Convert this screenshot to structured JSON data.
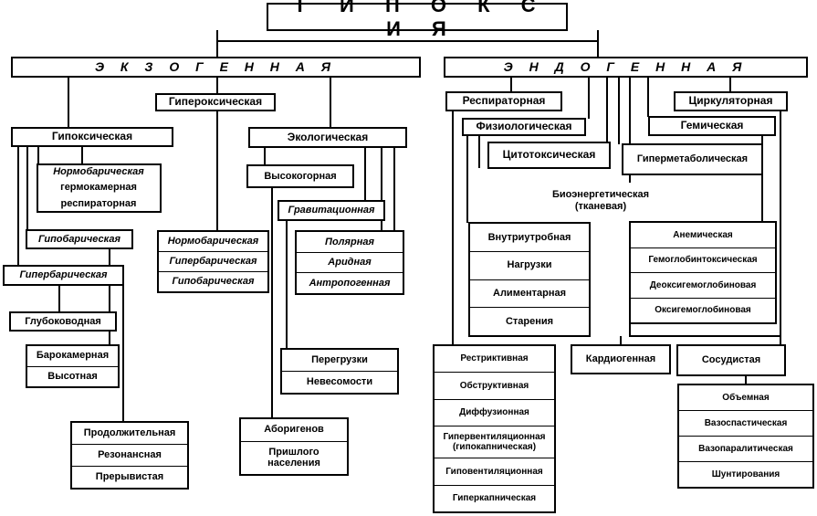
{
  "title": "Г И П О К С И Я",
  "exo": {
    "label": "Э К З О Г Е Н Н А Я",
    "hyperoxic": "Гипероксическая",
    "hypoxic": "Гипоксическая",
    "ecological": "Экологическая",
    "highland": "Высокогорная",
    "normo_sub": [
      "Нормобарическая",
      "гермокамерная",
      "респираторная"
    ],
    "hypobaric": "Гипобарическая",
    "hyperbaric": "Гипербарическая",
    "deepwater": "Глубоководная",
    "pressure_types": [
      "Барокамерная",
      "Высотная"
    ],
    "duration": [
      "Продолжительная",
      "Резонансная",
      "Прерывистая"
    ],
    "pressure_modes": [
      "Нормобарическая",
      "Гипербарическая",
      "Гипобарическая"
    ],
    "gravitational": "Гравитационная",
    "regions": [
      "Полярная",
      "Аридная",
      "Антропогенная"
    ],
    "gravity_types": [
      "Перегрузки",
      "Невесомости"
    ],
    "population": [
      "Аборигенов",
      "Пришлого населения"
    ]
  },
  "endo": {
    "label": "Э Н Д О Г Е Н Н А Я",
    "respiratory": "Респираторная",
    "physiological": "Физиологическая",
    "cytotoxic": "Цитотоксическая",
    "circulatory": "Циркуляторная",
    "hemic": "Гемическая",
    "hypermetabolic": "Гиперметаболическая",
    "bioenergetic": "Биоэнергетическая (тканевая)",
    "physio_types": [
      "Внутриутробная",
      "Нагрузки",
      "Алиментарная",
      "Старения"
    ],
    "hemic_types": [
      "Анемическая",
      "Гемоглобинтоксическая",
      "Деоксигемоглобиновая",
      "Оксигемоглобиновая"
    ],
    "respiratory_types": [
      "Рестриктивная",
      "Обструктивная",
      "Диффузионная",
      "Гипервентиляционная (гипокапническая)",
      "Гиповентиляционная",
      "Гиперкапническая"
    ],
    "cardiogenic": "Кардиогенная",
    "vascular": "Сосудистая",
    "vascular_types": [
      "Объемная",
      "Вазоспастическая",
      "Вазопаралитическая",
      "Шунтирования"
    ]
  }
}
